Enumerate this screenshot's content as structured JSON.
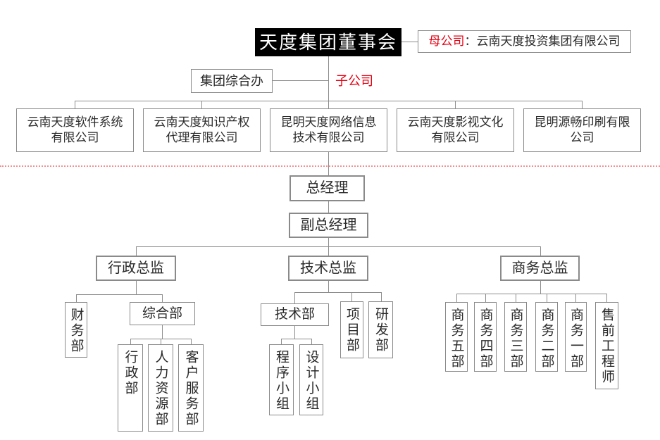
{
  "colors": {
    "red": "#e60012",
    "dot_line": "#f58f8f",
    "line": "#8c8c8c",
    "border": "#8a8a8a",
    "text": "#2a2a2a",
    "board_bg": "#000000",
    "board_text": "#ffffff"
  },
  "board": {
    "label": "天度集团董事会"
  },
  "parent_company": {
    "prefix": "母公司",
    "separator": "：",
    "name": "云南天度投资集团有限公司"
  },
  "group_office": {
    "label": "集团综合办"
  },
  "subsidiary_label": "子公司",
  "subsidiaries": [
    {
      "line1": "云南天度软件系统",
      "line2": "有限公司"
    },
    {
      "line1": "云南天度知识产权",
      "line2": "代理有限公司"
    },
    {
      "line1": "昆明天度网络信息",
      "line2": "技术有限公司"
    },
    {
      "line1": "云南天度影视文化",
      "line2": "有限公司"
    },
    {
      "line1": "昆明源畅印刷有限",
      "line2": "公司"
    }
  ],
  "management": {
    "general_manager": "总经理",
    "deputy_general_manager": "副总经理"
  },
  "directors": {
    "admin": "行政总监",
    "tech": "技术总监",
    "business": "商务总监"
  },
  "admin_branch": {
    "finance": "财务部",
    "general_office": "综合部",
    "departments": [
      "行政部",
      "人力资源部",
      "客户服务部"
    ]
  },
  "tech_branch": {
    "tech_dept": "技术部",
    "project_dept": "项目部",
    "rd_dept": "研发部",
    "teams": [
      "程序小组",
      "设计小组"
    ]
  },
  "business_branch": {
    "teams": [
      "商务五部",
      "商务四部",
      "商务三部",
      "商务二部",
      "商务一部",
      "售前工程师"
    ]
  }
}
